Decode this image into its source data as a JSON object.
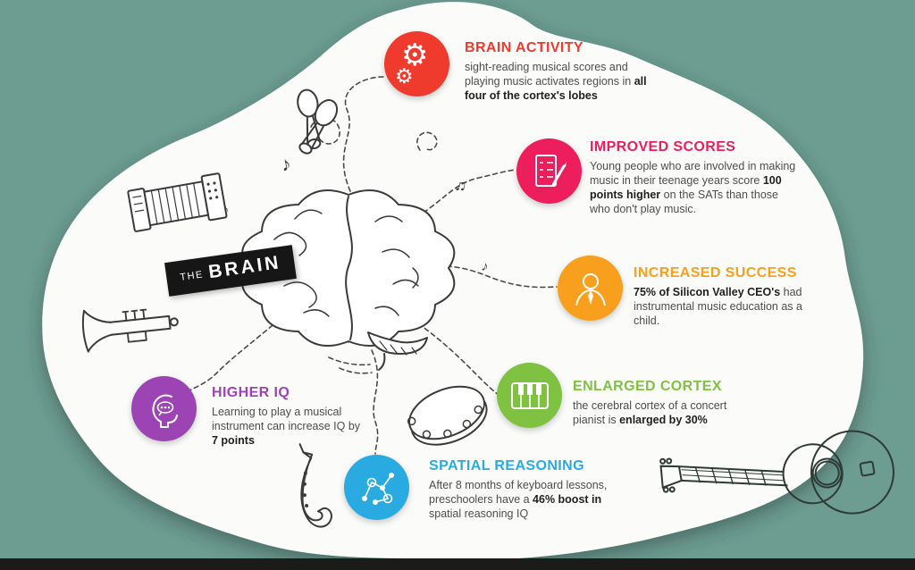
{
  "colors": {
    "background": "#6D9C90",
    "bottom_bar": "#1B1B19",
    "blob": "#FBFBFA",
    "ink": "#3A3A3A"
  },
  "brain_label": {
    "the": "THE",
    "brain": "BRAIN"
  },
  "callouts": [
    {
      "id": "brain-activity",
      "title": "BRAIN ACTIVITY",
      "color": "#EF3B2E",
      "icon": "gears-icon",
      "body": [
        {
          "text": "sight-reading musical scores and playing music activates regions in ",
          "bold": false
        },
        {
          "text": "all four of the cortex's lobes",
          "bold": true
        }
      ]
    },
    {
      "id": "improved-scores",
      "title": "IMPROVED SCORES",
      "color": "#EC1E5C",
      "icon": "test-scores-icon",
      "body": [
        {
          "text": "Young people who are involved in making music in their teenage years score ",
          "bold": false
        },
        {
          "text": "100 points higher",
          "bold": true
        },
        {
          "text": " on the SATs than those who don't play music.",
          "bold": false
        }
      ]
    },
    {
      "id": "increased-success",
      "title": "INCREASED SUCCESS",
      "color": "#F8A01E",
      "icon": "ceo-person-icon",
      "body": [
        {
          "text": "75% of Silicon Valley CEO's",
          "bold": true
        },
        {
          "text": " had instrumental music education as a child.",
          "bold": false
        }
      ]
    },
    {
      "id": "enlarged-cortex",
      "title": "ENLARGED CORTEX",
      "color": "#7FC241",
      "icon": "piano-keys-icon",
      "body": [
        {
          "text": "the cerebral cortex of a concert pianist is ",
          "bold": false
        },
        {
          "text": "enlarged by 30%",
          "bold": true
        }
      ]
    },
    {
      "id": "spatial-reasoning",
      "title": "SPATIAL REASONING",
      "color": "#29ABE2",
      "icon": "constellation-icon",
      "body": [
        {
          "text": "After 8 months of keyboard lessons, preschoolers have a ",
          "bold": false
        },
        {
          "text": "46% boost in",
          "bold": true
        },
        {
          "text": " spatial reasoning IQ",
          "bold": false
        }
      ]
    },
    {
      "id": "higher-iq",
      "title": "HIGHER IQ",
      "color": "#9D44B5",
      "icon": "thinking-head-icon",
      "body": [
        {
          "text": "Learning to play a musical instrument can increase IQ by ",
          "bold": false
        },
        {
          "text": "7 points",
          "bold": true
        }
      ]
    }
  ]
}
